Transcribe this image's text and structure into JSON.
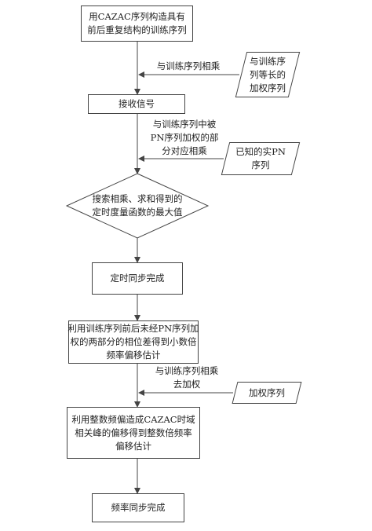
{
  "steps": {
    "s1": [
      "用CAZAC序列构造具有",
      "前后重复结构的训练序列"
    ],
    "s2": [
      "接收信号"
    ],
    "s3": [
      "搜索相乘、求和得到的",
      "定时度量函数的最大值"
    ],
    "s4": [
      "定时同步完成"
    ],
    "s5": [
      "利用训练序列前后未经PN序列加",
      "权的两部分的相位差得到小数倍",
      "频率偏移估计"
    ],
    "s6": [
      "利用整数频偏造成CAZAC时域",
      "相关峰的偏移得到整数倍频率",
      "偏移估计"
    ],
    "s7": [
      "频率同步完成"
    ]
  },
  "inputs": {
    "in1": [
      "与训练序",
      "列等长的",
      "加权序列"
    ],
    "in2": [
      "已知的实PN",
      "序列"
    ],
    "in3": [
      "加权序列"
    ]
  },
  "notes": {
    "n1": [
      "与训练序列相乘"
    ],
    "n2": [
      "与训练序列中被",
      "PN序列加权的部",
      "分对应相乘"
    ],
    "n3": [
      "与训练序列相乘",
      "去加权"
    ]
  }
}
